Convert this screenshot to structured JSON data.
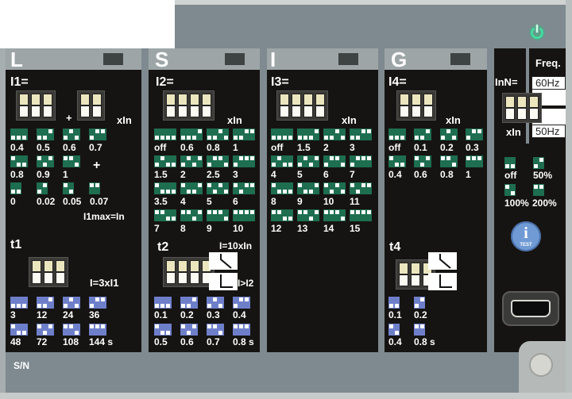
{
  "panel": {
    "serial_label": "S/N",
    "power_icon": "power-led-icon",
    "colors": {
      "power_led": "#3fd59a",
      "current_code": "#1e6e50",
      "time_code": "#6e7fca",
      "body": "#161412",
      "frame": "#7e8a8f"
    }
  },
  "L": {
    "letter": "L",
    "current_label": "I1=",
    "plus": "+",
    "unit": "xIn",
    "plus2": "+",
    "max_note": "I1max=In",
    "current_values": [
      "0.4",
      "0.5",
      "0.6",
      "0.7",
      "0.8",
      "0.9",
      "1"
    ],
    "fine_values": [
      "0",
      "0.02",
      "0.05",
      "0.07"
    ],
    "time_label": "t1",
    "time_note": "I=3xI1",
    "time_values": [
      "3",
      "12",
      "24",
      "36",
      "48",
      "72",
      "108",
      "144 s"
    ]
  },
  "S": {
    "letter": "S",
    "current_label": "I2=",
    "unit": "xIn",
    "current_values": [
      "off",
      "0.6",
      "0.8",
      "1",
      "1.5",
      "2",
      "2.5",
      "3",
      "3.5",
      "4",
      "5",
      "6",
      "7",
      "8",
      "9",
      "10"
    ],
    "time_label": "t2",
    "curve_note_top": "I=10xIn",
    "curve_note_bottom": "I>I2",
    "time_values": [
      "0.1",
      "0.2",
      "0.3",
      "0.4",
      "0.5",
      "0.6",
      "0.7",
      "0.8 s"
    ]
  },
  "I": {
    "letter": "I",
    "current_label": "I3=",
    "unit": "xIn",
    "current_values": [
      "off",
      "1.5",
      "2",
      "3",
      "4",
      "5",
      "6",
      "7",
      "8",
      "9",
      "10",
      "11",
      "12",
      "13",
      "14",
      "15"
    ]
  },
  "G": {
    "letter": "G",
    "current_label": "I4=",
    "unit": "xIn",
    "current_values": [
      "off",
      "0.1",
      "0.2",
      "0.3",
      "0.4",
      "0.6",
      "0.8",
      "1"
    ],
    "time_label": "t4",
    "time_values": [
      "0.1",
      "0.2",
      "0.4",
      "0.8 s"
    ]
  },
  "N": {
    "freq_label": "Freq.",
    "current_label": "InN=",
    "unit": "xIn",
    "freq_options": [
      "60Hz",
      "50Hz"
    ],
    "neutral_values": [
      "off",
      "50%",
      "100%",
      "200%"
    ],
    "test_button": {
      "icon": "i",
      "label": "TEST"
    },
    "usb_port": "mini-usb-port"
  }
}
